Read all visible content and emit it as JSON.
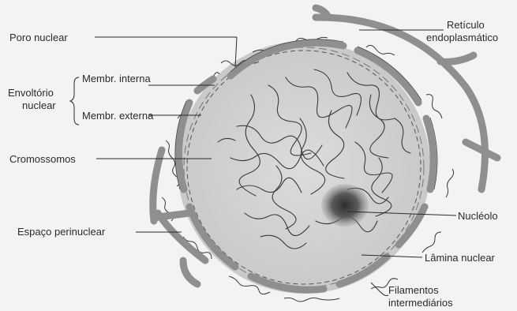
{
  "labels": {
    "poro_nuclear": "Poro nuclear",
    "reticulo_line1": "Retículo",
    "reticulo_line2": "endoplasmático",
    "envoltorio_line1": "Envoltório",
    "envoltorio_line2": "nuclear",
    "membr_interna": "Membr. interna",
    "membr_externa": "Membr. externa",
    "cromossomos": "Cromossomos",
    "nucleolo": "Nucléolo",
    "espaco_perinuclear": "Espaço perinuclear",
    "lamina_nuclear": "Lâmina nuclear",
    "filamentos_line1": "Filamentos",
    "filamentos_line2": "intermediários"
  },
  "colors": {
    "background": "#f3f3f1",
    "nucleoplasm": "#d3d3d1",
    "membrane": "#8f8f8f",
    "ink": "#2a2a2a",
    "nucleolus": "#4a4a4a"
  }
}
